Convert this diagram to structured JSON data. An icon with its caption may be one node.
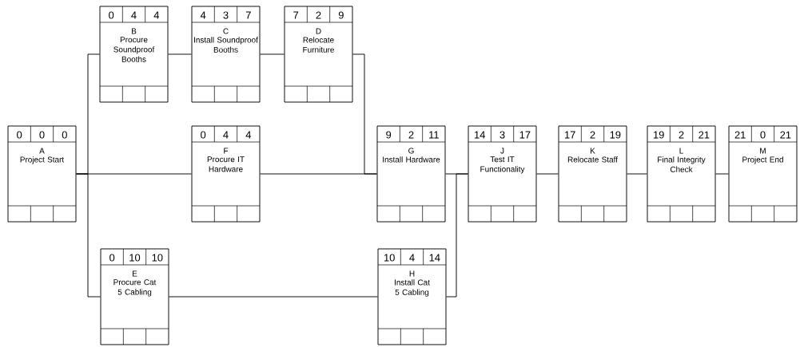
{
  "diagram": {
    "nodes": [
      {
        "text": [
          "0",
          "0",
          "0",
          "A",
          "Project Start"
        ]
      },
      {
        "text": [
          "0",
          "4",
          "4",
          "B",
          "Procure Soundproof Booths"
        ]
      },
      {
        "text": [
          "4",
          "3",
          "7",
          "C",
          "Install Soundproof Booths"
        ]
      },
      {
        "text": [
          "7",
          "2",
          "9",
          "D",
          "Relocate Furniture"
        ]
      },
      {
        "text": [
          "0",
          "10",
          "10",
          "E",
          "Procure Cat 5 Cabling"
        ]
      },
      {
        "text": [
          "0",
          "4",
          "4",
          "F",
          "Procure IT Hardware"
        ]
      },
      {
        "text": [
          "9",
          "2",
          "11",
          "G",
          "Install Hardware"
        ]
      },
      {
        "text": [
          "10",
          "4",
          "14",
          "H",
          "Install Cat 5 Cabling"
        ]
      },
      {
        "text": [
          "14",
          "3",
          "17",
          "J",
          "Test IT Functionality"
        ]
      },
      {
        "text": [
          "17",
          "2",
          "19",
          "K",
          "Relocate Staff"
        ]
      },
      {
        "text": [
          "19",
          "2",
          "21",
          "L",
          "Final Integrity Check"
        ]
      },
      {
        "text": [
          "21",
          "0",
          "21",
          "M",
          "Project End"
        ]
      }
    ],
    "edges": [
      {
        "from": 0,
        "to": 1,
        "arrow": "none"
      },
      {
        "from": 0,
        "to": 5,
        "arrow": "none"
      },
      {
        "from": 0,
        "to": 4,
        "arrow": "none"
      },
      {
        "from": 1,
        "to": 2,
        "arrow": "none"
      },
      {
        "from": 2,
        "to": 3,
        "arrow": "none"
      },
      {
        "from": 3,
        "to": 6,
        "arrow": "none"
      },
      {
        "from": 5,
        "to": 6,
        "arrow": "none"
      },
      {
        "from": 4,
        "to": 7,
        "arrow": "none"
      },
      {
        "from": 6,
        "to": 8,
        "arrow": "none"
      },
      {
        "from": 7,
        "to": 8,
        "arrow": "none"
      },
      {
        "from": 8,
        "to": 9,
        "arrow": "none"
      },
      {
        "from": 9,
        "to": 10,
        "arrow": "none"
      },
      {
        "from": 10,
        "to": 11,
        "arrow": "none"
      }
    ]
  }
}
